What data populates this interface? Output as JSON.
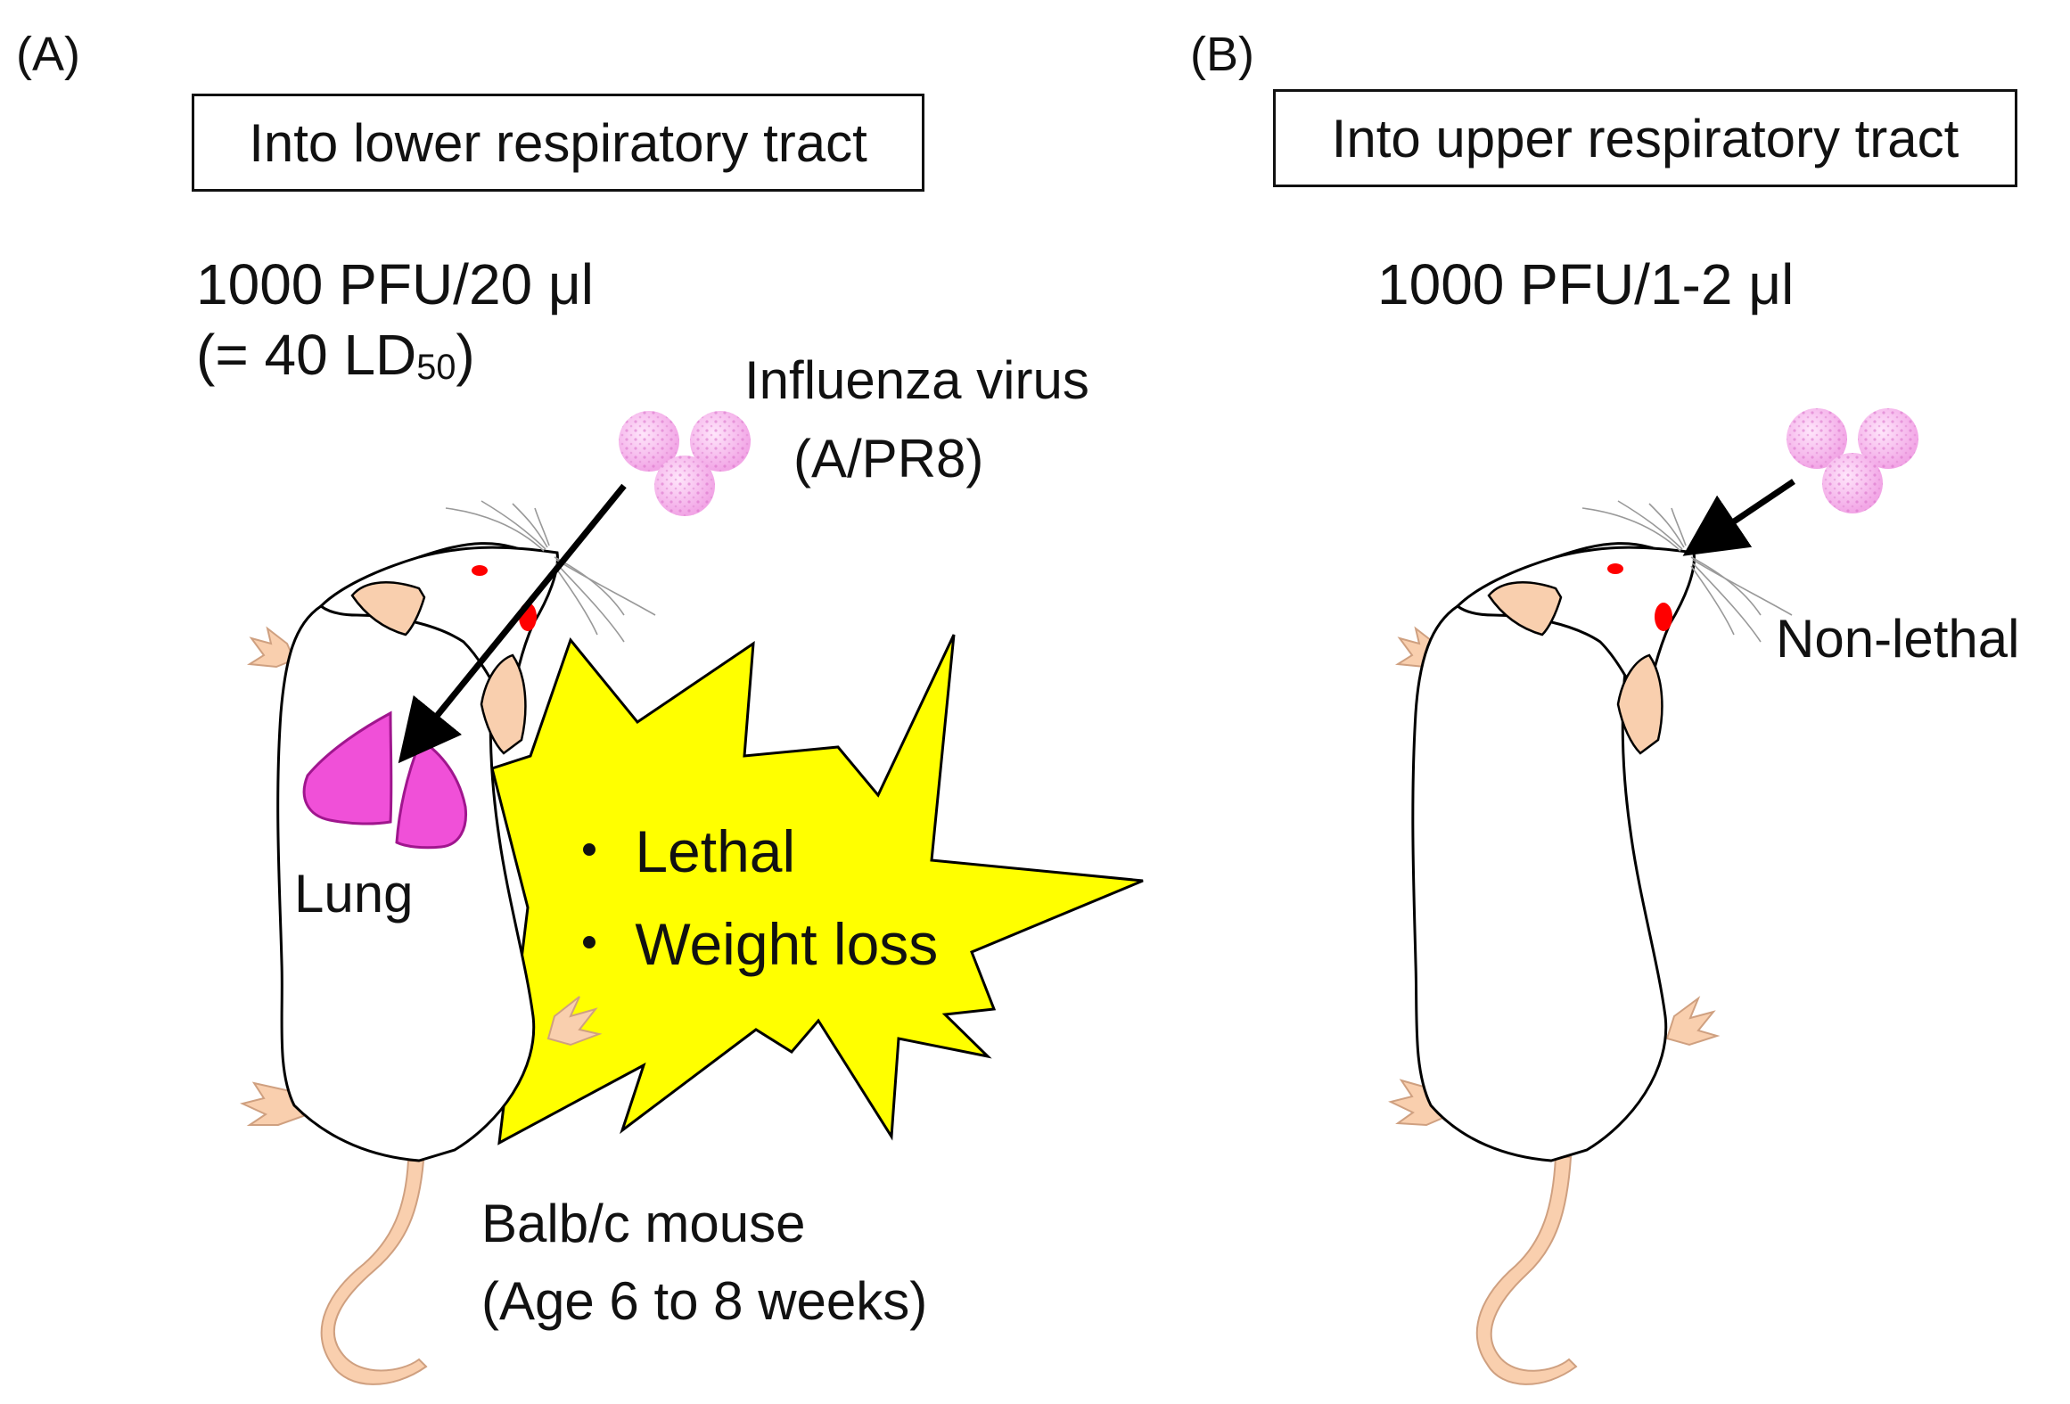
{
  "panel_a": {
    "label": "(A)",
    "route": "Into lower respiratory tract",
    "dose": "1000 PFU/20 μl",
    "ld_prefix": "(= 40 LD",
    "ld_sub": "50",
    "ld_suffix": ")",
    "virus_label_1": "Influenza virus",
    "virus_label_2": "(A/PR8)",
    "organ_label": "Lung",
    "effects": [
      "Lethal",
      "Weight loss"
    ],
    "bullet": "・",
    "mouse_label_1": "Balb/c mouse",
    "mouse_label_2": "(Age 6 to 8 weeks)"
  },
  "panel_b": {
    "label": "(B)",
    "route": "Into upper respiratory tract",
    "dose": "1000 PFU/1-2 μl",
    "outcome": "Non-lethal"
  },
  "colors": {
    "virus": "#f2a6e6",
    "lung": "#f050d8",
    "burst": "#ffff00",
    "paw": "#f9cfae",
    "eye": "#ff0000"
  }
}
